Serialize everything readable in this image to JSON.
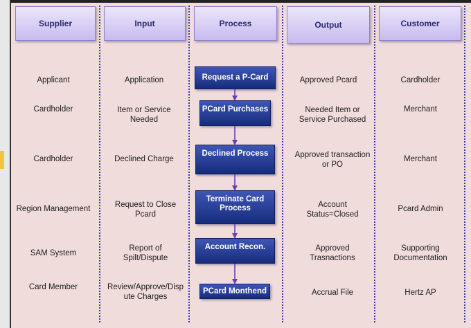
{
  "headers": [
    "Supplier",
    "Input",
    "Process",
    "Output",
    "Customer"
  ],
  "rows": [
    {
      "supplier": "Applicant",
      "input": "Application",
      "process": "Request a P-Card",
      "output": "Approved Pcard",
      "customer": "Cardholder"
    },
    {
      "supplier": "Cardholder",
      "input": "Item or Service\nNeeded",
      "process": "PCard Purchases",
      "output": "Needed Item or\nService Purchased",
      "customer": "Merchant"
    },
    {
      "supplier": "Cardholder",
      "input": "Declined Charge",
      "process": "Declined Process",
      "output": "Approved transaction\nor PO",
      "customer": "Merchant"
    },
    {
      "supplier": "Region Management",
      "input": "Request to Close\nPcard",
      "process": "Terminate Card\nProcess",
      "output": "Account\nStatus=Closed",
      "customer": "Pcard Admin"
    },
    {
      "supplier": "SAM System",
      "input": "Report of\nSpilt/Dispute",
      "process": "Account Recon.",
      "output": "Approved\nTrasnactions",
      "customer": "Supporting\nDocumentation"
    },
    {
      "supplier": "Card Member",
      "input": "Review/Approve/Disp\nute Charges",
      "process": "PCard Monthend",
      "output": "Accrual File",
      "customer": "Hertz AP"
    }
  ],
  "colors": {
    "header_text": "#2b2b6e",
    "process_box": "#1e3a8a",
    "divider": "#3a3aa8",
    "arrow": "#6a3fb0",
    "background": "#f1dcdc"
  }
}
